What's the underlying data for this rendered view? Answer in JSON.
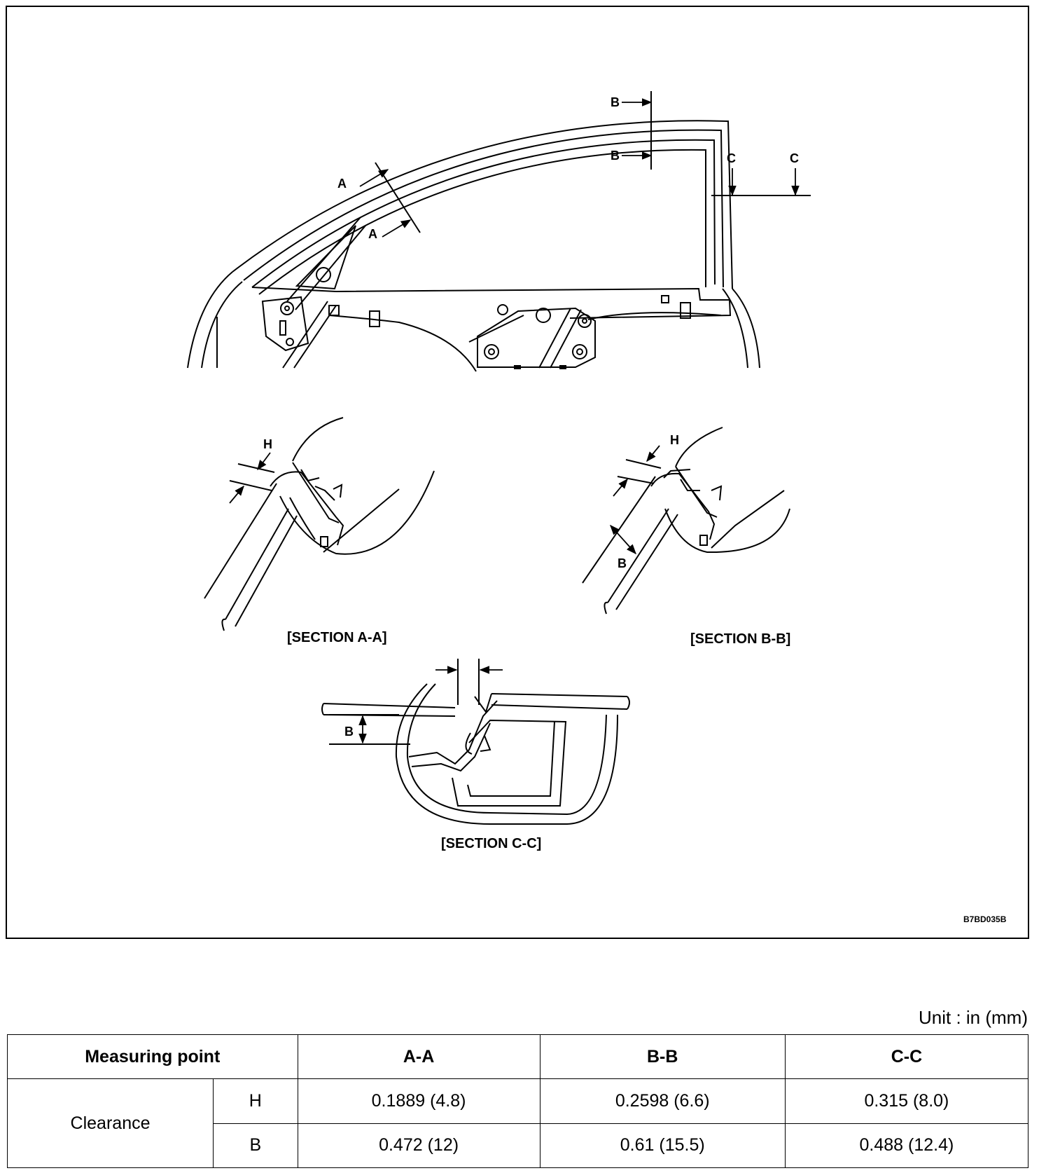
{
  "figure": {
    "section_markers": {
      "a_top": "A",
      "a_bottom": "A",
      "b_top": "B",
      "b_bottom": "B",
      "c_left": "C",
      "c_right": "C"
    },
    "section_aa": {
      "caption": "[SECTION A-A]",
      "label_h": "H"
    },
    "section_bb": {
      "caption": "[SECTION B-B]",
      "label_h": "H",
      "label_b": "B"
    },
    "section_cc": {
      "caption": "[SECTION C-C]",
      "label_b": "B"
    },
    "code": "B7BD035B"
  },
  "table": {
    "unit": "Unit : in (mm)",
    "header": {
      "measuring_point": "Measuring point",
      "aa": "A-A",
      "bb": "B-B",
      "cc": "C-C"
    },
    "row_group": "Clearance",
    "rows": [
      {
        "label": "H",
        "aa": "0.1889 (4.8)",
        "bb": "0.2598 (6.6)",
        "cc": "0.315 (8.0)"
      },
      {
        "label": "B",
        "aa": "0.472 (12)",
        "bb": "0.61 (15.5)",
        "cc": "0.488 (12.4)"
      }
    ]
  }
}
